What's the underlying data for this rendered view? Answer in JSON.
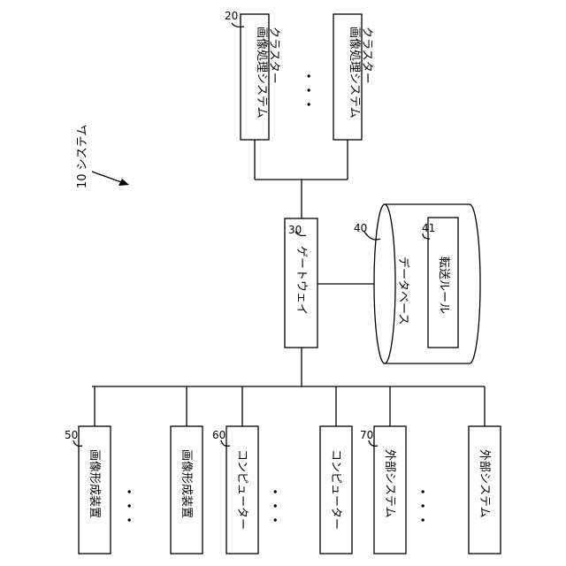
{
  "system_label": "10 システム",
  "clusters": [
    {
      "label": "画像処理システム\nクラスター",
      "ref": "20"
    },
    {
      "label": "画像処理システム\nクラスター"
    }
  ],
  "cluster_ellipsis": "・・・",
  "gateway": {
    "label": "ゲートウェイ",
    "ref": "30"
  },
  "database": {
    "label": "データベース",
    "ref": "40"
  },
  "transfer_rule": {
    "label": "転送ルール",
    "ref": "41"
  },
  "devices": [
    {
      "label": "画像形成装置",
      "ref": "50"
    },
    {
      "label": "画像形成装置"
    },
    {
      "label": "コンピューター",
      "ref": "60"
    },
    {
      "label": "コンピューター"
    },
    {
      "label": "外部システム",
      "ref": "70"
    },
    {
      "label": "外部システム"
    }
  ],
  "device_ellipses": [
    "・・・",
    "・・・",
    "・・・"
  ]
}
